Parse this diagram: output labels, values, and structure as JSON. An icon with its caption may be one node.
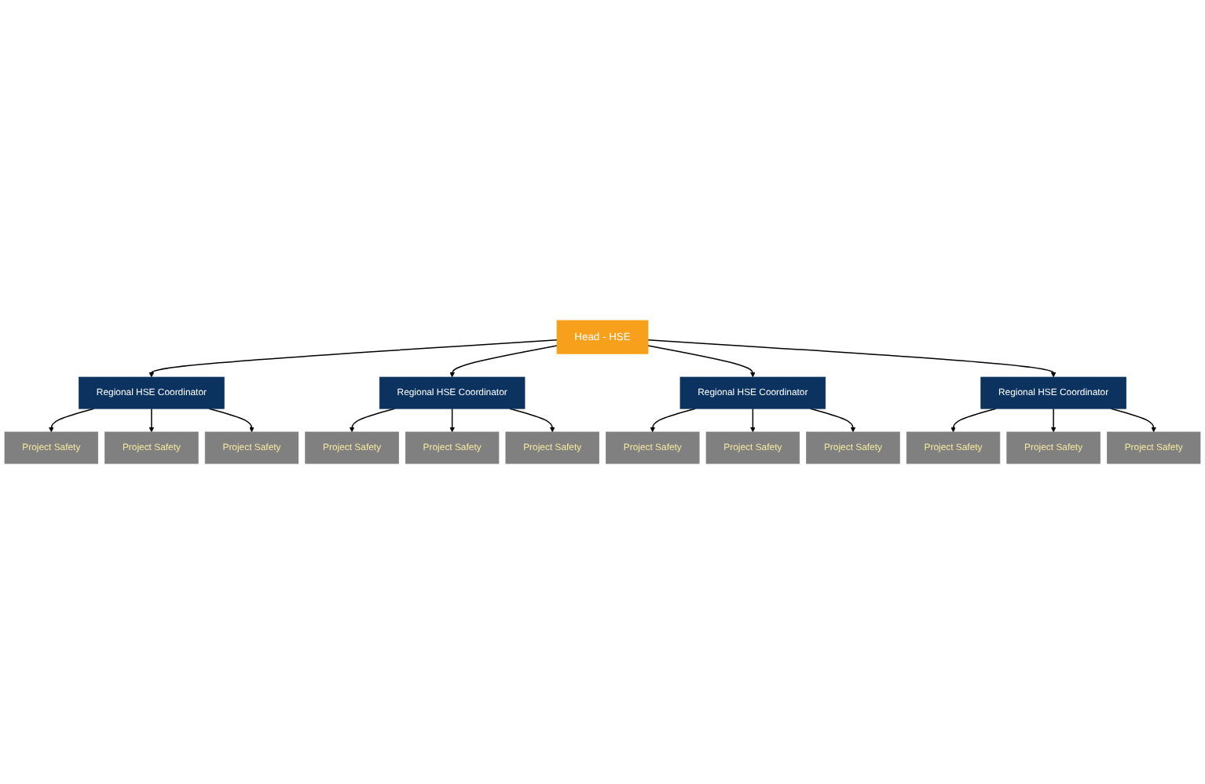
{
  "diagram": {
    "nodes": [
      {
        "text": [
          "Head - HSE"
        ]
      },
      {
        "text": [
          "Regional HSE Coordinator"
        ]
      },
      {
        "text": [
          "Regional HSE Coordinator"
        ]
      },
      {
        "text": [
          "Regional HSE Coordinator"
        ]
      },
      {
        "text": [
          "Regional HSE Coordinator"
        ]
      },
      {
        "text": [
          "Project Safety"
        ]
      },
      {
        "text": [
          "Project Safety"
        ]
      },
      {
        "text": [
          "Project Safety"
        ]
      },
      {
        "text": [
          "Project Safety"
        ]
      },
      {
        "text": [
          "Project Safety"
        ]
      },
      {
        "text": [
          "Project Safety"
        ]
      },
      {
        "text": [
          "Project Safety"
        ]
      },
      {
        "text": [
          "Project Safety"
        ]
      },
      {
        "text": [
          "Project Safety"
        ]
      },
      {
        "text": [
          "Project Safety"
        ]
      },
      {
        "text": [
          "Project Safety"
        ]
      },
      {
        "text": [
          "Project Safety"
        ]
      }
    ],
    "edges": [
      {
        "from": 0,
        "to": 1,
        "arrow": "to"
      },
      {
        "from": 0,
        "to": 2,
        "arrow": "to"
      },
      {
        "from": 0,
        "to": 3,
        "arrow": "to"
      },
      {
        "from": 0,
        "to": 4,
        "arrow": "to"
      },
      {
        "from": 1,
        "to": 5,
        "arrow": "to"
      },
      {
        "from": 1,
        "to": 6,
        "arrow": "to"
      },
      {
        "from": 1,
        "to": 7,
        "arrow": "to"
      },
      {
        "from": 4,
        "to": 8,
        "arrow": "to"
      },
      {
        "from": 4,
        "to": 9,
        "arrow": "to"
      },
      {
        "from": 4,
        "to": 10,
        "arrow": "to"
      },
      {
        "from": 2,
        "to": 11,
        "arrow": "to"
      },
      {
        "from": 2,
        "to": 12,
        "arrow": "to"
      },
      {
        "from": 2,
        "to": 13,
        "arrow": "to"
      },
      {
        "from": 3,
        "to": 14,
        "arrow": "to"
      },
      {
        "from": 3,
        "to": 15,
        "arrow": "to"
      },
      {
        "from": 3,
        "to": 16,
        "arrow": "to"
      }
    ]
  }
}
